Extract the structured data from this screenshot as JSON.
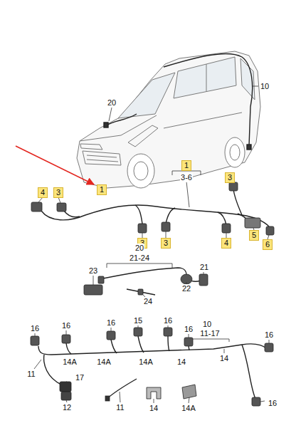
{
  "diagram": {
    "nodes": [
      {
        "text": [
          "1"
        ]
      },
      {
        "text": [
          "1"
        ]
      },
      {
        "text": [
          "3"
        ]
      },
      {
        "text": [
          "4"
        ]
      },
      {
        "text": [
          "3"
        ]
      },
      {
        "text": [
          "3"
        ]
      },
      {
        "text": [
          "3"
        ]
      },
      {
        "text": [
          "4"
        ]
      },
      {
        "text": [
          "5"
        ]
      },
      {
        "text": [
          "6"
        ]
      }
    ],
    "labels": [
      "20",
      "10",
      "3-6",
      "20",
      "21-24",
      "21",
      "23",
      "22",
      "24",
      "10",
      "11-17",
      "16",
      "16",
      "16",
      "15",
      "16",
      "16",
      "16",
      "14",
      "11",
      "14A",
      "14A",
      "14A",
      "14",
      "17",
      "12",
      "11",
      "14",
      "14A",
      "16"
    ]
  }
}
